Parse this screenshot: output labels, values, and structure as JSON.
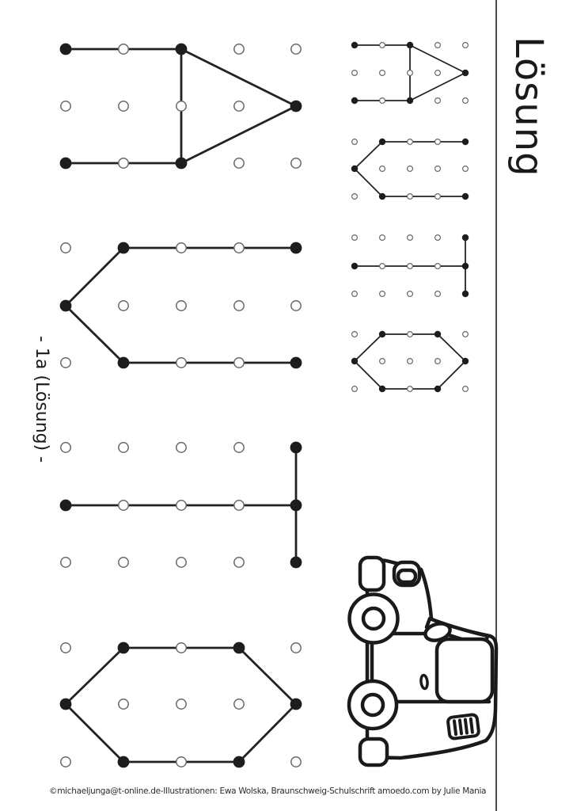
{
  "labels": {
    "solution_vertical": "Lösung",
    "worksheet_id_vertical": "- 1a (Lösung) -",
    "footer": "©michaeljunga@t-online.de-Illustrationen: Ewa Wolska, Braunschweig-Schulschrift amoedo.com by Julie Mania"
  },
  "colors": {
    "ink": "#1d1d1d",
    "shape_line": "#222222",
    "hollow_dot_stroke": "#686868",
    "separator": "#4a4a4a",
    "background": "#ffffff"
  },
  "dot_grids": {
    "groups": [
      {
        "id": "large",
        "cols_x": [
          83,
          156,
          229,
          302,
          374
        ],
        "filled_radius": 7.4,
        "hollow_radius": 6.2,
        "hollow_stroke_width": 1.5,
        "line_width": 2.8,
        "grids": [
          {
            "shape": "arrow-right",
            "rows_y": [
              62,
              134,
              206
            ],
            "filled_dots": [
              [
                0,
                0
              ],
              [
                2,
                0
              ],
              [
                4,
                1
              ],
              [
                0,
                2
              ],
              [
                2,
                2
              ]
            ],
            "segments": [
              [
                [
                  0,
                  0
                ],
                [
                  2,
                  0
                ]
              ],
              [
                [
                  2,
                  0
                ],
                [
                  4,
                  1
                ]
              ],
              [
                [
                  2,
                  0
                ],
                [
                  2,
                  2
                ]
              ],
              [
                [
                  2,
                  2
                ],
                [
                  4,
                  1
                ]
              ],
              [
                [
                  0,
                  2
                ],
                [
                  2,
                  2
                ]
              ]
            ]
          },
          {
            "shape": "arrow-left",
            "rows_y": [
              313,
              386,
              458
            ],
            "filled_dots": [
              [
                1,
                0
              ],
              [
                4,
                0
              ],
              [
                0,
                1
              ],
              [
                1,
                2
              ],
              [
                4,
                2
              ]
            ],
            "segments": [
              [
                [
                  1,
                  0
                ],
                [
                  4,
                  0
                ]
              ],
              [
                [
                  0,
                  1
                ],
                [
                  1,
                  0
                ]
              ],
              [
                [
                  0,
                  1
                ],
                [
                  1,
                  2
                ]
              ],
              [
                [
                  1,
                  2
                ],
                [
                  4,
                  2
                ]
              ]
            ]
          },
          {
            "shape": "t-rotated",
            "rows_y": [
              565,
              638,
              710
            ],
            "filled_dots": [
              [
                4,
                0
              ],
              [
                0,
                1
              ],
              [
                4,
                1
              ],
              [
                4,
                2
              ]
            ],
            "segments": [
              [
                [
                  0,
                  1
                ],
                [
                  4,
                  1
                ]
              ],
              [
                [
                  4,
                  0
                ],
                [
                  4,
                  2
                ]
              ]
            ]
          },
          {
            "shape": "hexagon",
            "rows_y": [
              818,
              889,
              962
            ],
            "filled_dots": [
              [
                1,
                0
              ],
              [
                3,
                0
              ],
              [
                0,
                1
              ],
              [
                4,
                1
              ],
              [
                1,
                2
              ],
              [
                3,
                2
              ]
            ],
            "segments": [
              [
                [
                  1,
                  0
                ],
                [
                  3,
                  0
                ]
              ],
              [
                [
                  3,
                  0
                ],
                [
                  4,
                  1
                ]
              ],
              [
                [
                  4,
                  1
                ],
                [
                  3,
                  2
                ]
              ],
              [
                [
                  3,
                  2
                ],
                [
                  1,
                  2
                ]
              ],
              [
                [
                  1,
                  2
                ],
                [
                  0,
                  1
                ]
              ],
              [
                [
                  0,
                  1
                ],
                [
                  1,
                  0
                ]
              ]
            ]
          }
        ]
      },
      {
        "id": "small",
        "cols_x": [
          448,
          483,
          518,
          553,
          588
        ],
        "filled_radius": 4.2,
        "hollow_radius": 3.4,
        "hollow_stroke_width": 1.2,
        "line_width": 1.8,
        "grids": [
          {
            "shape": "arrow-right",
            "rows_y": [
              57,
              92,
              127
            ],
            "filled_dots": [
              [
                0,
                0
              ],
              [
                2,
                0
              ],
              [
                4,
                1
              ],
              [
                0,
                2
              ],
              [
                2,
                2
              ]
            ],
            "segments": [
              [
                [
                  0,
                  0
                ],
                [
                  2,
                  0
                ]
              ],
              [
                [
                  2,
                  0
                ],
                [
                  4,
                  1
                ]
              ],
              [
                [
                  2,
                  0
                ],
                [
                  2,
                  2
                ]
              ],
              [
                [
                  2,
                  2
                ],
                [
                  4,
                  1
                ]
              ],
              [
                [
                  0,
                  2
                ],
                [
                  2,
                  2
                ]
              ]
            ]
          },
          {
            "shape": "arrow-left",
            "rows_y": [
              179,
              213,
              248
            ],
            "filled_dots": [
              [
                1,
                0
              ],
              [
                4,
                0
              ],
              [
                0,
                1
              ],
              [
                1,
                2
              ],
              [
                4,
                2
              ]
            ],
            "segments": [
              [
                [
                  1,
                  0
                ],
                [
                  4,
                  0
                ]
              ],
              [
                [
                  0,
                  1
                ],
                [
                  1,
                  0
                ]
              ],
              [
                [
                  0,
                  1
                ],
                [
                  1,
                  2
                ]
              ],
              [
                [
                  1,
                  2
                ],
                [
                  4,
                  2
                ]
              ]
            ]
          },
          {
            "shape": "t-rotated",
            "rows_y": [
              300,
              336,
              371
            ],
            "filled_dots": [
              [
                4,
                0
              ],
              [
                0,
                1
              ],
              [
                4,
                1
              ],
              [
                4,
                2
              ]
            ],
            "segments": [
              [
                [
                  0,
                  1
                ],
                [
                  4,
                  1
                ]
              ],
              [
                [
                  4,
                  0
                ],
                [
                  4,
                  2
                ]
              ]
            ]
          },
          {
            "shape": "hexagon",
            "rows_y": [
              422,
              456,
              491
            ],
            "filled_dots": [
              [
                1,
                0
              ],
              [
                3,
                0
              ],
              [
                0,
                1
              ],
              [
                4,
                1
              ],
              [
                1,
                2
              ],
              [
                3,
                2
              ]
            ],
            "segments": [
              [
                [
                  1,
                  0
                ],
                [
                  3,
                  0
                ]
              ],
              [
                [
                  3,
                  0
                ],
                [
                  4,
                  1
                ]
              ],
              [
                [
                  4,
                  1
                ],
                [
                  3,
                  2
                ]
              ],
              [
                [
                  3,
                  2
                ],
                [
                  1,
                  2
                ]
              ],
              [
                [
                  1,
                  2
                ],
                [
                  0,
                  1
                ]
              ],
              [
                [
                  0,
                  1
                ],
                [
                  1,
                  0
                ]
              ]
            ]
          }
        ]
      }
    ]
  },
  "illustration": {
    "name": "car-outline"
  }
}
